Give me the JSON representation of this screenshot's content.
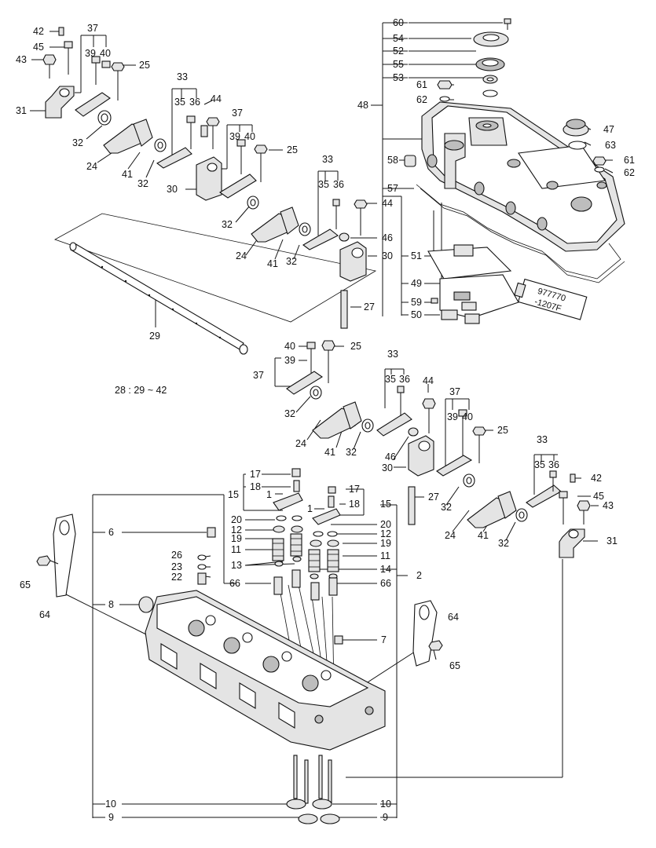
{
  "callouts": {
    "head_group": {
      "n60": "60",
      "n54": "54",
      "n52": "52",
      "n55": "55",
      "n53": "53",
      "n48": "48",
      "n61a": "61",
      "n62a": "62",
      "n47": "47",
      "n63": "63",
      "n61b": "61",
      "n62b": "62",
      "n58": "58",
      "n57": "57",
      "n51": "51",
      "n49": "49",
      "n59": "59",
      "n50": "50"
    },
    "rocker_upper": {
      "n42": "42",
      "n45": "45",
      "n43": "43",
      "n37a": "37",
      "n39a": "39",
      "n40a": "40",
      "n25a": "25",
      "n31": "31",
      "n32a": "32",
      "n24a": "24",
      "n41a": "41",
      "n32b": "32",
      "n33a": "33",
      "n35a": "35",
      "n36a": "36",
      "n44a": "44",
      "n37b": "37",
      "n39b": "39",
      "n40b": "40",
      "n25b": "25",
      "n30a": "30",
      "n32c": "32",
      "n24b": "24",
      "n41b": "41",
      "n32d": "32",
      "n33b": "33",
      "n35b": "35",
      "n36b": "36",
      "n44b": "44",
      "n46a": "46",
      "n30b": "30",
      "n27a": "27",
      "n29": "29"
    },
    "assembly_note": "28 : 29 ~ 42",
    "rocker_lower": {
      "n40c": "40",
      "n25c": "25",
      "n39c": "39",
      "n37c": "37",
      "n33c": "33",
      "n35c": "35",
      "n36c": "36",
      "n44c": "44",
      "n37d": "37",
      "n39d": "39",
      "n40d": "40",
      "n25d": "25",
      "n32e": "32",
      "n24c": "24",
      "n41c": "41",
      "n32f": "32",
      "n46b": "46",
      "n30c": "30",
      "n33d": "33",
      "n35d": "35",
      "n36d": "36",
      "n42b": "42",
      "n45b": "45",
      "n43b": "43",
      "n27b": "27",
      "n32g": "32",
      "n24d": "24",
      "n41d": "41",
      "n32h": "32",
      "n31b": "31"
    },
    "cylinder_head": {
      "n17a": "17",
      "n18a": "18",
      "n15a": "15",
      "n1a": "1",
      "n20a": "20",
      "n12a": "12",
      "n19a": "19",
      "n11a": "11",
      "n13": "13",
      "n66a": "66",
      "n17b": "17",
      "n18b": "18",
      "n15b": "15",
      "n1b": "1",
      "n20b": "20",
      "n12b": "12",
      "n19b": "19",
      "n11b": "11",
      "n14": "14",
      "n2": "2",
      "n66b": "66",
      "n6": "6",
      "n26": "26",
      "n23": "23",
      "n22": "22",
      "n8": "8",
      "n7": "7",
      "n64a": "64",
      "n65a": "65",
      "n64b": "64",
      "n65b": "65",
      "n10a": "10",
      "n10b": "10",
      "n9a": "9",
      "n9b": "9"
    }
  },
  "sealant_tube_label": {
    "line1": "977770",
    "line2": "-1207F"
  }
}
